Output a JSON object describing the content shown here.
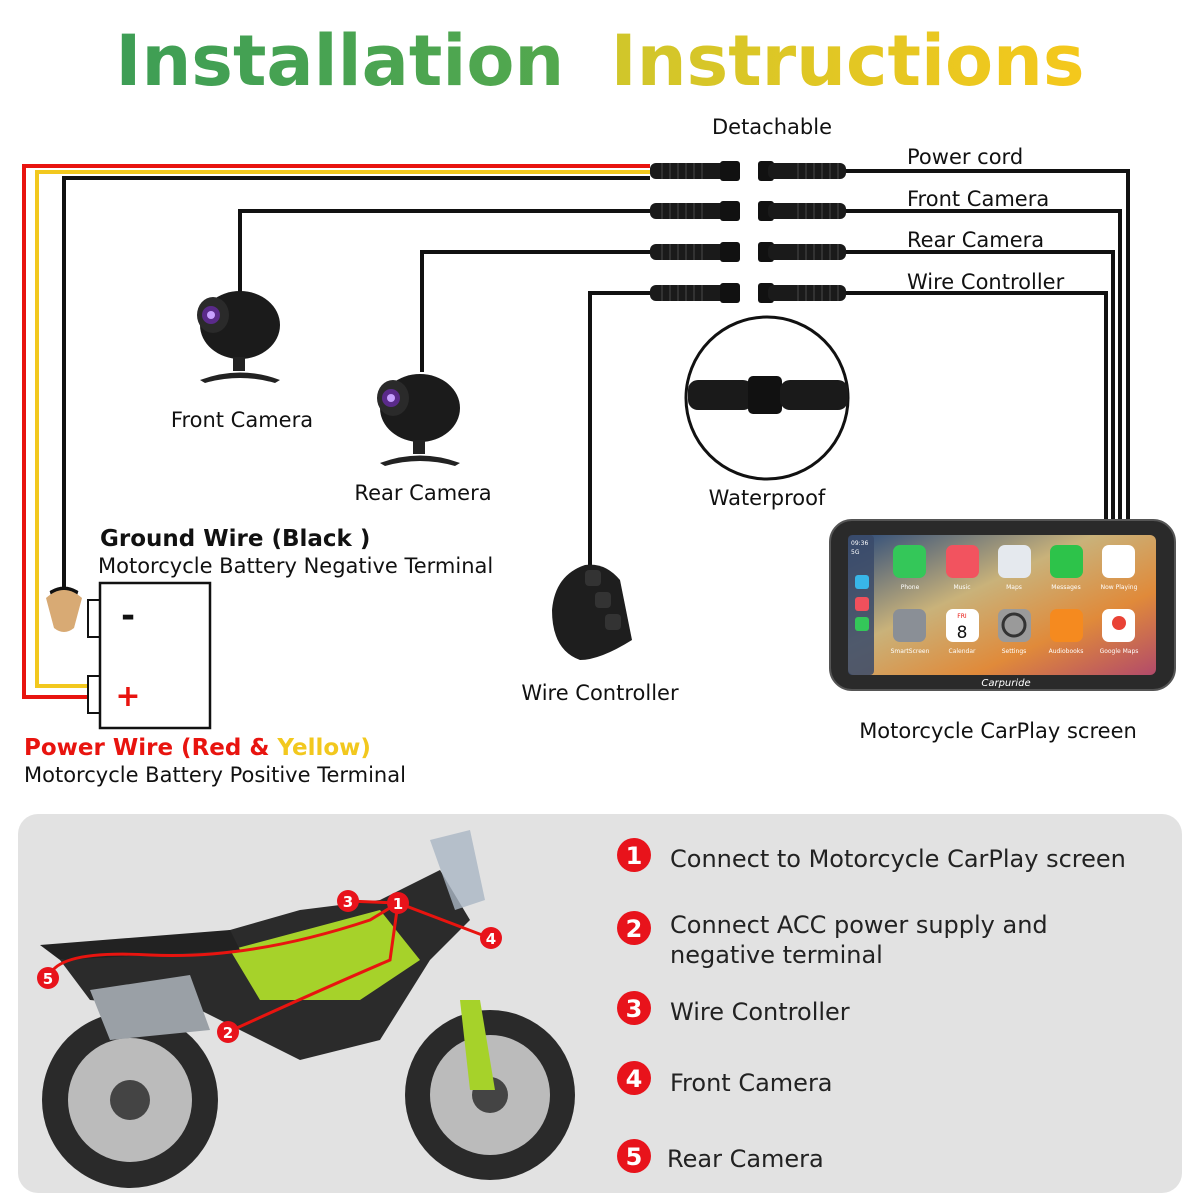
{
  "title": {
    "part1": "Installation",
    "part2": "Instructions",
    "color1": "#4aa85a",
    "color2": "#f2c81e"
  },
  "diagram": {
    "detachable_label": "Detachable",
    "cables": [
      "Power cord",
      "Front Camera",
      "Rear Camera",
      "Wire Controller"
    ],
    "front_camera_label": "Front Camera",
    "rear_camera_label": "Rear Camera",
    "waterproof_label": "Waterproof",
    "wire_controller_label": "Wire Controller",
    "screen_label": "Motorcycle CarPlay screen",
    "ground_wire": {
      "title": "Ground Wire (Black )",
      "subtitle": "Motorcycle Battery Negative Terminal"
    },
    "power_wire": {
      "title_red": "Power Wire (Red & ",
      "title_yellow": "Yellow)",
      "title_close": "",
      "subtitle": "Motorcycle Battery Positive Terminal"
    },
    "battery": {
      "negative": "-",
      "positive": "+"
    },
    "wire_colors": {
      "red": "#e8140f",
      "yellow": "#f2c81e",
      "black": "#111111"
    }
  },
  "screen": {
    "time": "09:36",
    "signal": "5G",
    "brand": "Carpuride",
    "apps_row1": [
      "Phone",
      "Music",
      "Maps",
      "Messages",
      "Now Playing"
    ],
    "apps_row2": [
      "SmartScreen",
      "Calendar",
      "Settings",
      "Audiobooks",
      "Google Maps"
    ],
    "calendar_day": "FRI",
    "calendar_date": "8"
  },
  "legend": {
    "badge_color": "#e8131b",
    "items": [
      {
        "num": "1",
        "text": [
          "Connect to Motorcycle CarPlay screen"
        ]
      },
      {
        "num": "2",
        "text": [
          "Connect ACC power supply and",
          "negative terminal"
        ]
      },
      {
        "num": "3",
        "text": [
          "Wire Controller"
        ]
      },
      {
        "num": "4",
        "text": [
          "Front Camera"
        ]
      },
      {
        "num": "5",
        "text": [
          "Rear Camera"
        ]
      }
    ]
  }
}
